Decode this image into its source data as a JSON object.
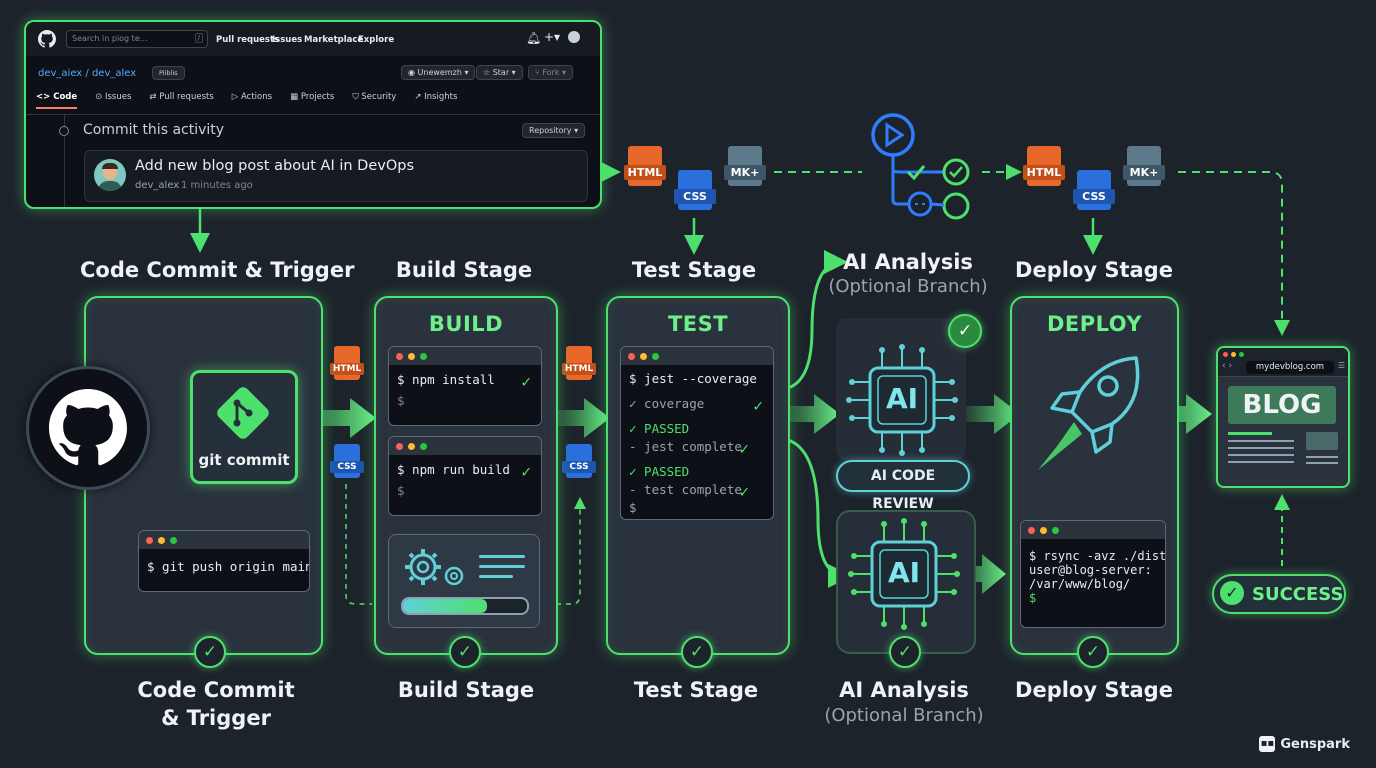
{
  "github": {
    "search_placeholder": "Search in piog te…",
    "search_key": "/",
    "nav": [
      "Pull requests",
      "Issues",
      "Marketplace",
      "Explore"
    ],
    "repo_name": "dev_aiex / dev_alex",
    "repo_badge": "Piiblis",
    "unwatch_label": "Unewemzh",
    "star_label": "Star",
    "fork_label": "Fork",
    "tabs": [
      "Code",
      "Issues",
      "Pull requests",
      "Actions",
      "Projects",
      "Security",
      "Insights"
    ],
    "activity_heading": "Commit this activity",
    "repository_button": "Repository",
    "commit_message": "Add new blog post about AI in DevOps",
    "commit_author": "dev_alex",
    "commit_time": "1 minutes ago"
  },
  "file_icons": {
    "html": "HTML",
    "css": "CSS",
    "mk": "MK+"
  },
  "stages": {
    "commit": {
      "top_title": "Code Commit & Trigger",
      "bottom_title_1": "Code Commit",
      "bottom_title_2": "& Trigger",
      "git_label": "git commit",
      "terminal": "$ git push origin main"
    },
    "build": {
      "top_title": "Build Stage",
      "header": "BUILD",
      "bottom_title": "Build Stage",
      "term1": [
        "$ npm install",
        "$"
      ],
      "term2": [
        "$ npm run build",
        "$"
      ]
    },
    "test": {
      "top_title": "Test Stage",
      "header": "TEST",
      "bottom_title": "Test Stage",
      "lines": [
        "$ jest --coverage",
        "✓ coverage",
        "✓ PASSED",
        "- jest complete",
        "✓ PASSED",
        "- test complete",
        "$"
      ]
    },
    "ai": {
      "top_title": "AI Analysis",
      "top_subtitle": "(Optional Branch)",
      "chip_label": "AI",
      "review_label": "AI CODE REVIEW",
      "bottom_title": "AI Analysis",
      "bottom_subtitle": "(Optional Branch)"
    },
    "deploy": {
      "top_title": "Deploy Stage",
      "header": "DEPLOY",
      "bottom_title": "Deploy Stage",
      "terminal": [
        "$ rsync -avz ./dist/",
        "user@blog-server:",
        "/var/www/blog/",
        "$"
      ]
    }
  },
  "blog": {
    "url": "mydevblog.com",
    "title": "BLOG"
  },
  "success_label": "SUCCESS",
  "watermark": "Genspark",
  "colors": {
    "accent": "#4ee06d",
    "html": "#e8672a",
    "css": "#2a6fdb",
    "mk": "#5d7a8c",
    "background": "#1d232b"
  }
}
